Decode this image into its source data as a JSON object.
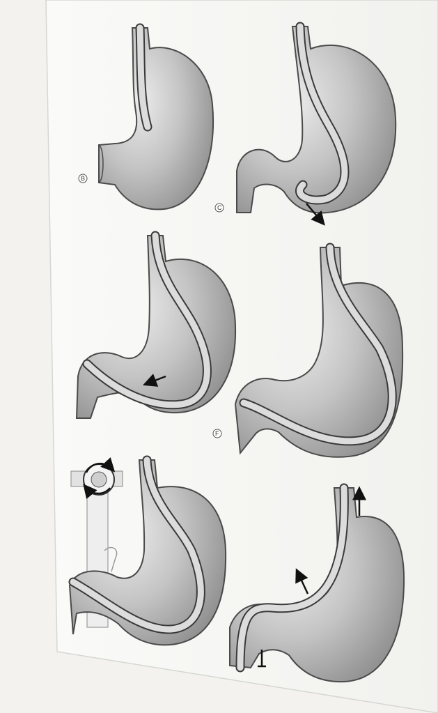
{
  "panels": [
    {
      "id": "B",
      "label": "B"
    },
    {
      "id": "C",
      "label": "C"
    },
    {
      "id": "E",
      "label": ""
    },
    {
      "id": "F",
      "label": "F"
    },
    {
      "id": "G",
      "label": ""
    },
    {
      "id": "H",
      "label": ""
    }
  ],
  "colors": {
    "board": "#fdfdfc",
    "stomach": "#bdbdbd",
    "stomach_outline": "#4a4a4a",
    "scope": "#d8d8d8",
    "scope_outline": "#3a3a3a",
    "arrow": "#111111",
    "background": "#f3f2ef"
  },
  "icons": [
    "arrow-icon",
    "rotation-dial-icon"
  ]
}
